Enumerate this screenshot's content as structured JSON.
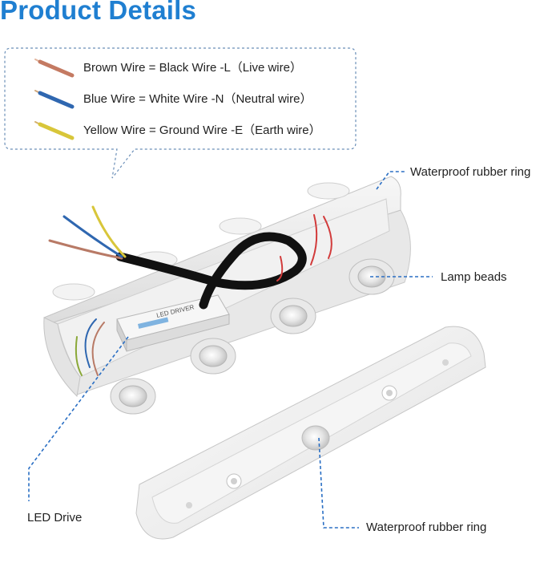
{
  "title": "Product Details",
  "wires": [
    {
      "label": "Brown Wire = Black Wire -L（Live wire）",
      "color": "#c47a62",
      "tip": "#e2b59d"
    },
    {
      "label": "Blue Wire = White Wire -N（Neutral wire）",
      "color": "#2f67b0",
      "tip": "#cfa67a"
    },
    {
      "label": "Yellow Wire = Ground Wire -E（Earth wire）",
      "color": "#d8c63a",
      "tip": "#d4b06a"
    }
  ],
  "annotations": {
    "ring_top": "Waterproof rubber ring",
    "lamp_beads": "Lamp beads",
    "led_drive": "LED Drive",
    "ring_bottom": "Waterproof rubber ring"
  },
  "driver_label": "LED DRIVER",
  "colors": {
    "accent": "#1f7fd1",
    "leader": "#2a6fc4",
    "callout_border": "#6b8fb8"
  }
}
